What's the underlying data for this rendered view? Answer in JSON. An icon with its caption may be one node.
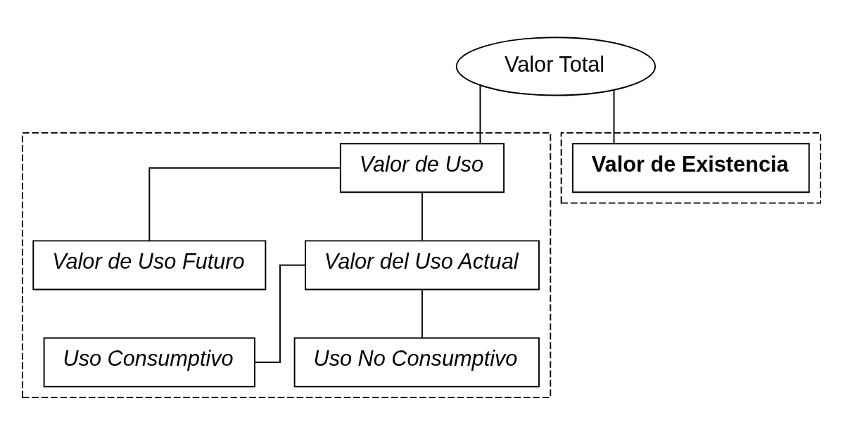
{
  "diagram": {
    "nodes": [
      {
        "text": [
          "Valor Total"
        ]
      },
      {
        "text": [],
        "shape": "box"
      },
      {
        "text": [
          "Valor de Uso"
        ],
        "in": 1
      },
      {
        "text": [
          "Valor de Uso Futuro"
        ],
        "in": 1
      },
      {
        "text": [
          "Valor del Uso Actual"
        ],
        "in": 1
      },
      {
        "text": [
          "Uso Consumptivo"
        ],
        "in": 1
      },
      {
        "text": [
          "Uso No Consumptivo"
        ],
        "in": 1
      },
      {
        "text": [],
        "shape": "box"
      },
      {
        "text": [
          "Valor de Existencia"
        ],
        "in": 7
      }
    ],
    "edges": [
      {
        "from": 0,
        "to": 2,
        "arrow": "none"
      },
      {
        "from": 0,
        "to": 8,
        "arrow": "none"
      },
      {
        "from": 2,
        "to": 3,
        "arrow": "none"
      },
      {
        "from": 2,
        "to": 4,
        "arrow": "none"
      },
      {
        "from": 4,
        "to": 5,
        "arrow": "none"
      },
      {
        "from": 4,
        "to": 6,
        "arrow": "none"
      }
    ]
  }
}
